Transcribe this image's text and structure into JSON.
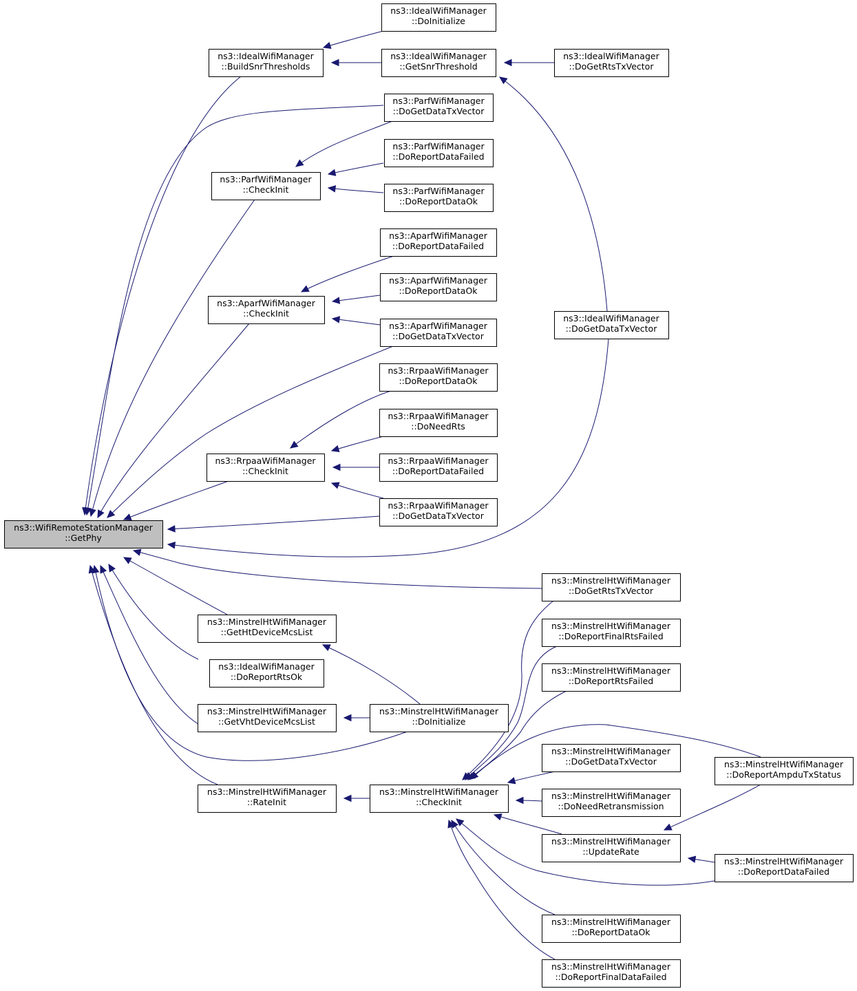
{
  "graph": {
    "root": {
      "id": "root",
      "lines": [
        "ns3::WifiRemoteStationManager",
        "::GetPhy"
      ]
    },
    "nodes": [
      {
        "id": "iw_doinit",
        "lines": [
          "ns3::IdealWifiManager",
          "::DoInitialize"
        ]
      },
      {
        "id": "iw_build",
        "lines": [
          "ns3::IdealWifiManager",
          "::BuildSnrThresholds"
        ]
      },
      {
        "id": "iw_getsnr",
        "lines": [
          "ns3::IdealWifiManager",
          "::GetSnrThreshold"
        ]
      },
      {
        "id": "iw_dortstx",
        "lines": [
          "ns3::IdealWifiManager",
          "::DoGetRtsTxVector"
        ]
      },
      {
        "id": "pw_dodatatx",
        "lines": [
          "ns3::ParfWifiManager",
          "::DoGetDataTxVector"
        ]
      },
      {
        "id": "pw_dofailed",
        "lines": [
          "ns3::ParfWifiManager",
          "::DoReportDataFailed"
        ]
      },
      {
        "id": "pw_checkinit",
        "lines": [
          "ns3::ParfWifiManager",
          "::CheckInit"
        ]
      },
      {
        "id": "pw_dook",
        "lines": [
          "ns3::ParfWifiManager",
          "::DoReportDataOk"
        ]
      },
      {
        "id": "aw_dofailed",
        "lines": [
          "ns3::AparfWifiManager",
          "::DoReportDataFailed"
        ]
      },
      {
        "id": "aw_dook",
        "lines": [
          "ns3::AparfWifiManager",
          "::DoReportDataOk"
        ]
      },
      {
        "id": "aw_checkinit",
        "lines": [
          "ns3::AparfWifiManager",
          "::CheckInit"
        ]
      },
      {
        "id": "aw_dodatatx",
        "lines": [
          "ns3::AparfWifiManager",
          "::DoGetDataTxVector"
        ]
      },
      {
        "id": "iw_dodatatx",
        "lines": [
          "ns3::IdealWifiManager",
          "::DoGetDataTxVector"
        ]
      },
      {
        "id": "rw_dook",
        "lines": [
          "ns3::RrpaaWifiManager",
          "::DoReportDataOk"
        ]
      },
      {
        "id": "rw_doneedrts",
        "lines": [
          "ns3::RrpaaWifiManager",
          "::DoNeedRts"
        ]
      },
      {
        "id": "rw_checkinit",
        "lines": [
          "ns3::RrpaaWifiManager",
          "::CheckInit"
        ]
      },
      {
        "id": "rw_dofailed",
        "lines": [
          "ns3::RrpaaWifiManager",
          "::DoReportDataFailed"
        ]
      },
      {
        "id": "rw_dodatatx",
        "lines": [
          "ns3::RrpaaWifiManager",
          "::DoGetDataTxVector"
        ]
      },
      {
        "id": "mh_dortstx",
        "lines": [
          "ns3::MinstrelHtWifiManager",
          "::DoGetRtsTxVector"
        ]
      },
      {
        "id": "mh_getht",
        "lines": [
          "ns3::MinstrelHtWifiManager",
          "::GetHtDeviceMcsList"
        ]
      },
      {
        "id": "mh_finalrts",
        "lines": [
          "ns3::MinstrelHtWifiManager",
          "::DoReportFinalRtsFailed"
        ]
      },
      {
        "id": "iw_rtsok",
        "lines": [
          "ns3::IdealWifiManager",
          "::DoReportRtsOk"
        ]
      },
      {
        "id": "mh_rtsfailed",
        "lines": [
          "ns3::MinstrelHtWifiManager",
          "::DoReportRtsFailed"
        ]
      },
      {
        "id": "mh_getvht",
        "lines": [
          "ns3::MinstrelHtWifiManager",
          "::GetVhtDeviceMcsList"
        ]
      },
      {
        "id": "mh_doinit",
        "lines": [
          "ns3::MinstrelHtWifiManager",
          "::DoInitialize"
        ]
      },
      {
        "id": "mh_dodatatx",
        "lines": [
          "ns3::MinstrelHtWifiManager",
          "::DoGetDataTxVector"
        ]
      },
      {
        "id": "mh_ampdu",
        "lines": [
          "ns3::MinstrelHtWifiManager",
          "::DoReportAmpduTxStatus"
        ]
      },
      {
        "id": "mh_rateinit",
        "lines": [
          "ns3::MinstrelHtWifiManager",
          "::RateInit"
        ]
      },
      {
        "id": "mh_checkinit",
        "lines": [
          "ns3::MinstrelHtWifiManager",
          "::CheckInit"
        ]
      },
      {
        "id": "mh_needretx",
        "lines": [
          "ns3::MinstrelHtWifiManager",
          "::DoNeedRetransmission"
        ]
      },
      {
        "id": "mh_updaterate",
        "lines": [
          "ns3::MinstrelHtWifiManager",
          "::UpdateRate"
        ]
      },
      {
        "id": "mh_dofailed",
        "lines": [
          "ns3::MinstrelHtWifiManager",
          "::DoReportDataFailed"
        ]
      },
      {
        "id": "mh_dook",
        "lines": [
          "ns3::MinstrelHtWifiManager",
          "::DoReportDataOk"
        ]
      },
      {
        "id": "mh_finaldata",
        "lines": [
          "ns3::MinstrelHtWifiManager",
          "::DoReportFinalDataFailed"
        ]
      }
    ],
    "edges": [
      {
        "from": "iw_build",
        "to": "root"
      },
      {
        "from": "pw_dodatatx",
        "to": "root"
      },
      {
        "from": "pw_checkinit",
        "to": "root"
      },
      {
        "from": "aw_checkinit",
        "to": "root"
      },
      {
        "from": "aw_dodatatx",
        "to": "root"
      },
      {
        "from": "rw_checkinit",
        "to": "root"
      },
      {
        "from": "rw_dodatatx",
        "to": "root"
      },
      {
        "from": "iw_dodatatx",
        "to": "root"
      },
      {
        "from": "mh_dortstx",
        "to": "root"
      },
      {
        "from": "mh_getht",
        "to": "root"
      },
      {
        "from": "iw_rtsok",
        "to": "root"
      },
      {
        "from": "mh_getvht",
        "to": "root"
      },
      {
        "from": "mh_doinit",
        "to": "root"
      },
      {
        "from": "mh_rateinit",
        "to": "root"
      },
      {
        "from": "iw_doinit",
        "to": "iw_build"
      },
      {
        "from": "iw_getsnr",
        "to": "iw_build"
      },
      {
        "from": "iw_dortstx",
        "to": "iw_getsnr"
      },
      {
        "from": "iw_dodatatx",
        "to": "iw_getsnr"
      },
      {
        "from": "pw_dodatatx",
        "to": "pw_checkinit"
      },
      {
        "from": "pw_dofailed",
        "to": "pw_checkinit"
      },
      {
        "from": "pw_dook",
        "to": "pw_checkinit"
      },
      {
        "from": "aw_dofailed",
        "to": "aw_checkinit"
      },
      {
        "from": "aw_dook",
        "to": "aw_checkinit"
      },
      {
        "from": "aw_dodatatx",
        "to": "aw_checkinit"
      },
      {
        "from": "rw_dook",
        "to": "rw_checkinit"
      },
      {
        "from": "rw_doneedrts",
        "to": "rw_checkinit"
      },
      {
        "from": "rw_dofailed",
        "to": "rw_checkinit"
      },
      {
        "from": "rw_dodatatx",
        "to": "rw_checkinit"
      },
      {
        "from": "mh_doinit",
        "to": "mh_getht"
      },
      {
        "from": "mh_doinit",
        "to": "mh_getvht"
      },
      {
        "from": "mh_checkinit",
        "to": "mh_rateinit"
      },
      {
        "from": "mh_dortstx",
        "to": "mh_checkinit"
      },
      {
        "from": "mh_finalrts",
        "to": "mh_checkinit"
      },
      {
        "from": "mh_rtsfailed",
        "to": "mh_checkinit"
      },
      {
        "from": "mh_ampdu",
        "to": "mh_checkinit"
      },
      {
        "from": "mh_dodatatx",
        "to": "mh_checkinit"
      },
      {
        "from": "mh_needretx",
        "to": "mh_checkinit"
      },
      {
        "from": "mh_updaterate",
        "to": "mh_checkinit"
      },
      {
        "from": "mh_dofailed",
        "to": "mh_checkinit"
      },
      {
        "from": "mh_dook",
        "to": "mh_checkinit"
      },
      {
        "from": "mh_finaldata",
        "to": "mh_checkinit"
      },
      {
        "from": "mh_ampdu",
        "to": "mh_updaterate"
      },
      {
        "from": "mh_dofailed",
        "to": "mh_updaterate"
      }
    ]
  },
  "colors": {
    "edge": "#191970",
    "root_fill": "#bfbfbf",
    "node_fill": "#ffffff",
    "border": "#000000"
  }
}
